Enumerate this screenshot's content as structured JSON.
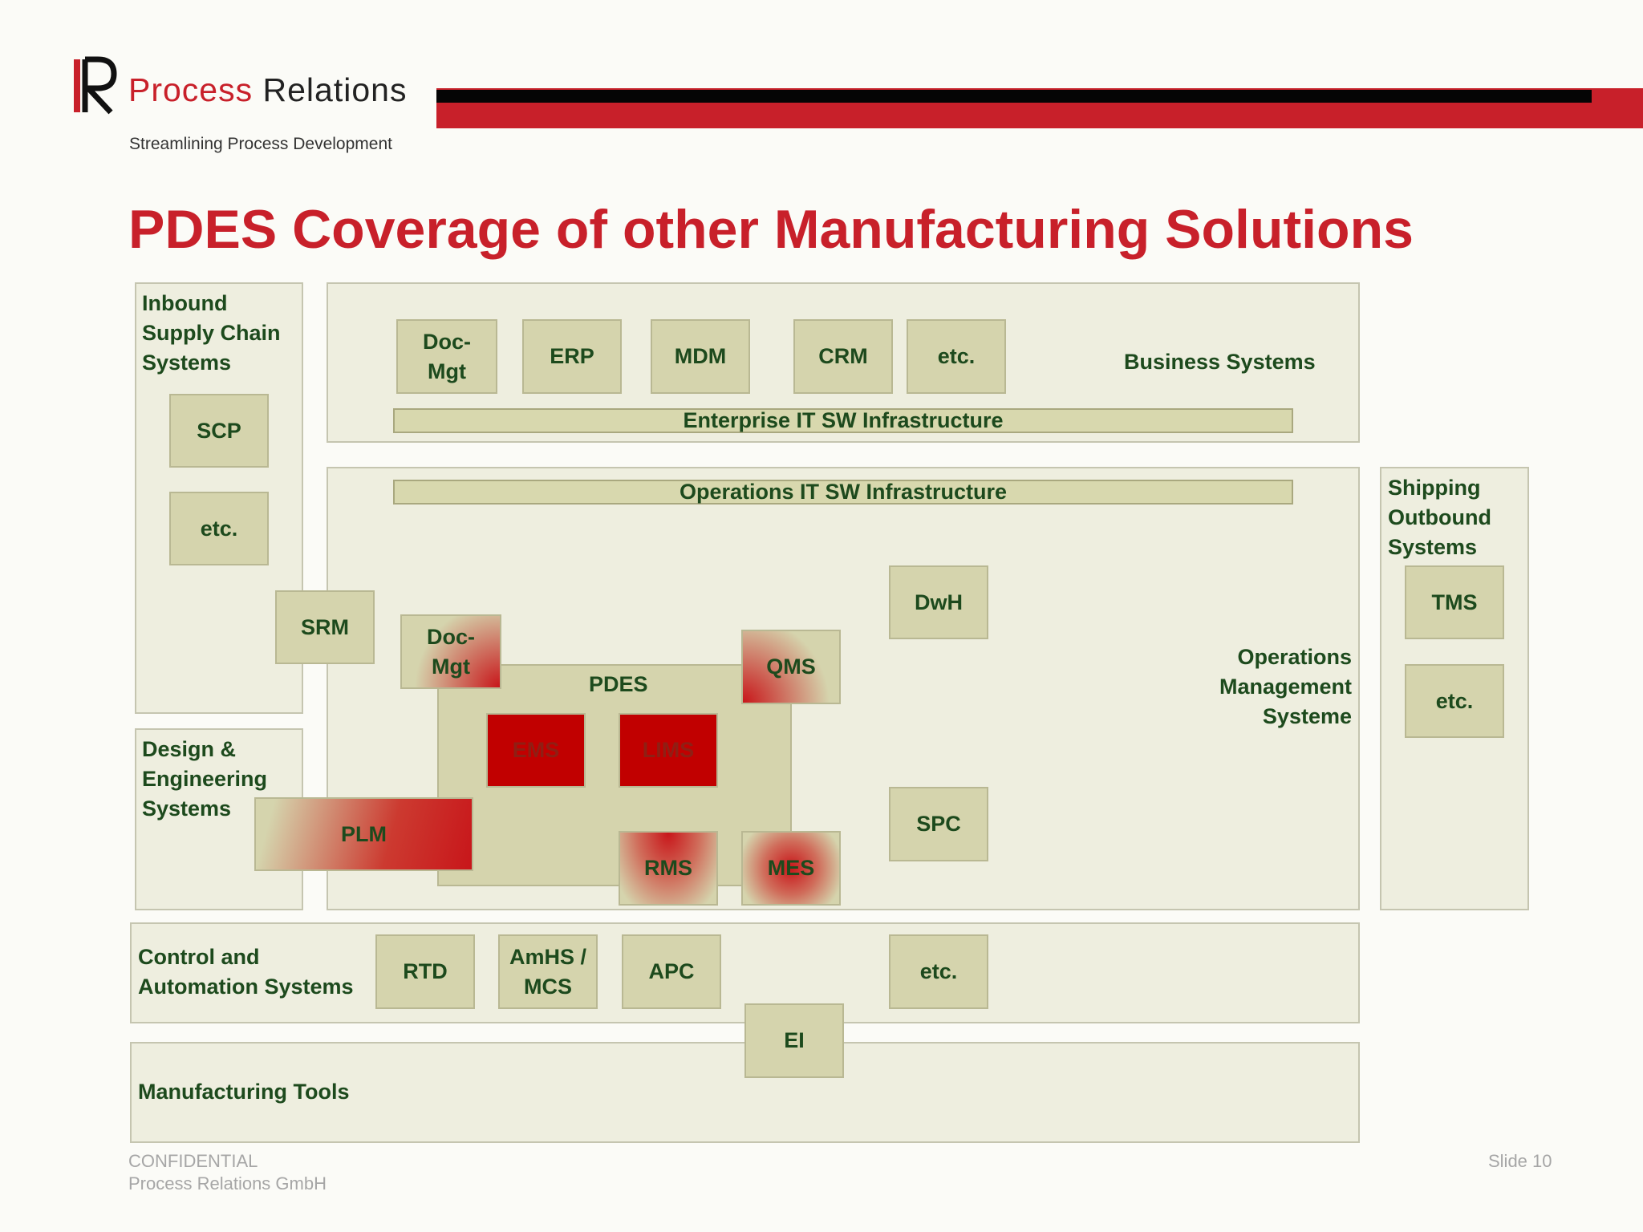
{
  "header": {
    "brand_word1": "Process",
    "brand_word2": "Relations",
    "tagline": "Streamlining Process Development",
    "logo_letters": "PR"
  },
  "title": "PDES Coverage of other Manufacturing Solutions",
  "colors": {
    "accent_red": "#c8202a",
    "panel_fill": "#eeeedf",
    "box_fill": "#d5d4ad",
    "text_green": "#1d4a1d",
    "highlight_red": "#c10000"
  },
  "inbound": {
    "label_lines": [
      "Inbound",
      "Supply Chain",
      "Systems"
    ],
    "scp": "SCP",
    "etc": "etc.",
    "srm": "SRM"
  },
  "business": {
    "label": "Business Systems",
    "doc_mgt": [
      "Doc-",
      "Mgt"
    ],
    "erp": "ERP",
    "mdm": "MDM",
    "crm": "CRM",
    "etc": "etc.",
    "infra": "Enterprise IT SW Infrastructure"
  },
  "operations": {
    "infra": "Operations IT SW Infrastructure",
    "label_lines": [
      "Operations",
      "Management",
      "Systeme"
    ],
    "dwh": "DwH",
    "spc": "SPC",
    "doc_mgt": [
      "Doc-",
      "Mgt"
    ],
    "qms": "QMS",
    "pdes": "PDES",
    "ems": "EMS",
    "lims": "LIMS",
    "rms": "RMS",
    "mes": "MES"
  },
  "shipping": {
    "label_lines": [
      "Shipping",
      "Outbound",
      "Systems"
    ],
    "tms": "TMS",
    "etc": "etc."
  },
  "design": {
    "label_lines": [
      "Design &",
      "Engineering",
      "Systems"
    ],
    "plm": "PLM"
  },
  "control": {
    "label_lines": [
      "Control and",
      "Automation Systems"
    ],
    "rtd": "RTD",
    "amhs": [
      "AmHS /",
      "MCS"
    ],
    "apc": "APC",
    "etc": "etc.",
    "ei": "EI"
  },
  "tools": {
    "label": "Manufacturing Tools"
  },
  "footer": {
    "confidential": "CONFIDENTIAL",
    "company": "Process Relations GmbH",
    "slide": "Slide 10"
  }
}
